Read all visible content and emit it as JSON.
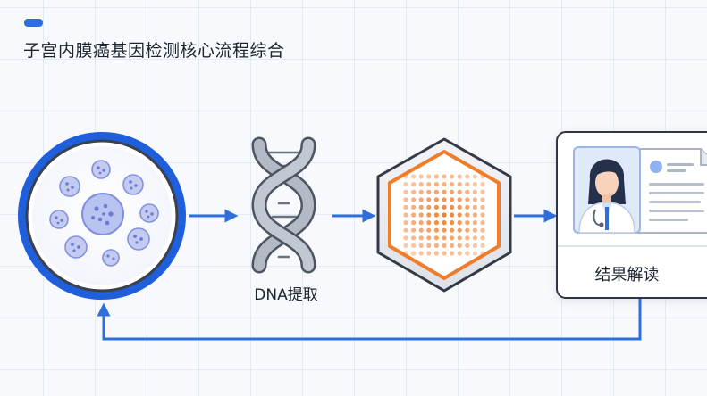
{
  "title": "子宫内膜癌基因检测核心流程综合",
  "steps": [
    {
      "label": ""
    },
    {
      "label": "DNA提取"
    },
    {
      "label": ""
    },
    {
      "label": "结果解读"
    }
  ],
  "colors": {
    "accent_blue": "#2f6fdd",
    "dna_gray": "#9aa3b2",
    "chip_orange": "#f07d2c",
    "cell_lavender": "#8e9be0"
  },
  "icons": [
    "cells-dish-icon",
    "dna-helix-icon",
    "sequencing-chip-icon",
    "doctor-report-icon"
  ]
}
